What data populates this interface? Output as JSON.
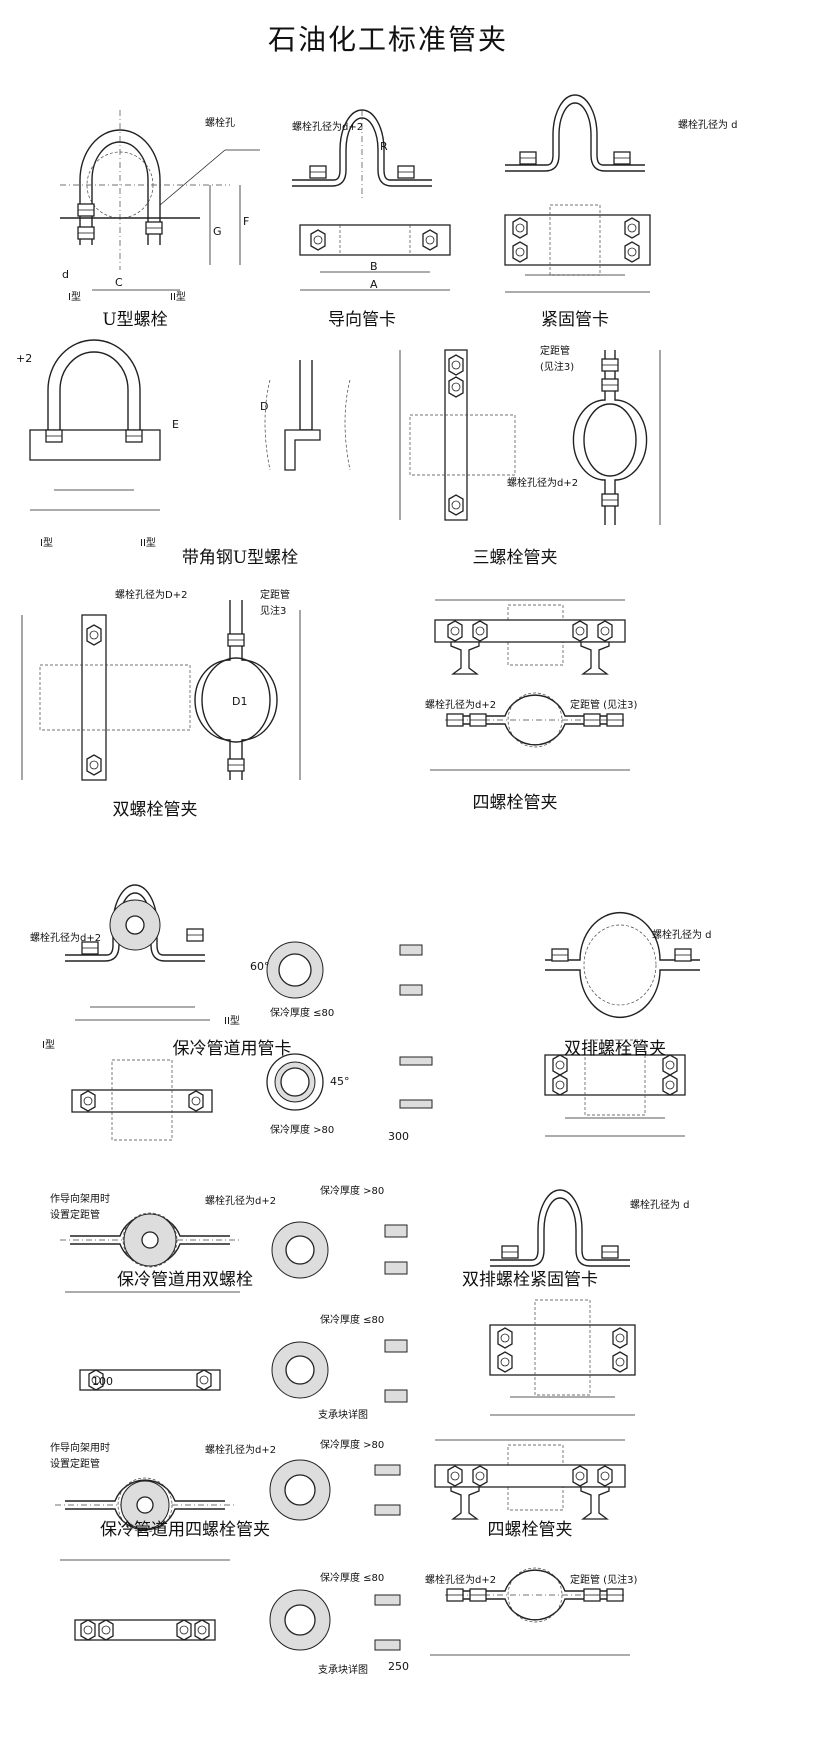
{
  "title": "石油化工标准管夹",
  "captions": {
    "u_bolt": "U型螺栓",
    "guide_clamp": "导向管卡",
    "fastening_clamp": "紧固管卡",
    "angle_u_bolt": "带角钢U型螺栓",
    "three_bolt": "三螺栓管夹",
    "two_bolt": "双螺栓管夹",
    "four_bolt_1": "四螺栓管夹",
    "cold_clamp": "保冷管道用管卡",
    "double_row": "双排螺栓管夹",
    "cold_two_bolt": "保冷管道用双螺栓",
    "double_row_fastening": "双排螺栓紧固管卡",
    "cold_four_bolt": "保冷管道用四螺栓管夹",
    "four_bolt_2": "四螺栓管夹"
  },
  "notes": {
    "bolt_hole": "螺栓孔",
    "bolt_hole_d2": "螺栓孔径为d+2",
    "bolt_hole_d": "螺栓孔径为 d",
    "bolt_hole_D2": "螺栓孔径为D+2",
    "spacer": "定距管",
    "spacer_note": "(见注3)",
    "spacer_note2": "见注3",
    "spacer_full": "定距管 (见注3)",
    "type1": "I型",
    "type2": "II型",
    "cold_le80": "保冷厚度 ≤80",
    "cold_gt80": "保冷厚度 >80",
    "guide_use": "作导向架用时",
    "set_spacer": "设置定距管",
    "support_detail": "支承块详图",
    "plus2": "+2",
    "dim_250": "250",
    "dim_300": "300",
    "dim_100": "100",
    "angle_60": "60°",
    "angle_45": "45°"
  },
  "dims": {
    "A": "A",
    "B": "B",
    "C": "C",
    "D": "D",
    "E": "E",
    "F": "F",
    "G": "G",
    "R": "R",
    "d": "d",
    "D1": "D1"
  }
}
